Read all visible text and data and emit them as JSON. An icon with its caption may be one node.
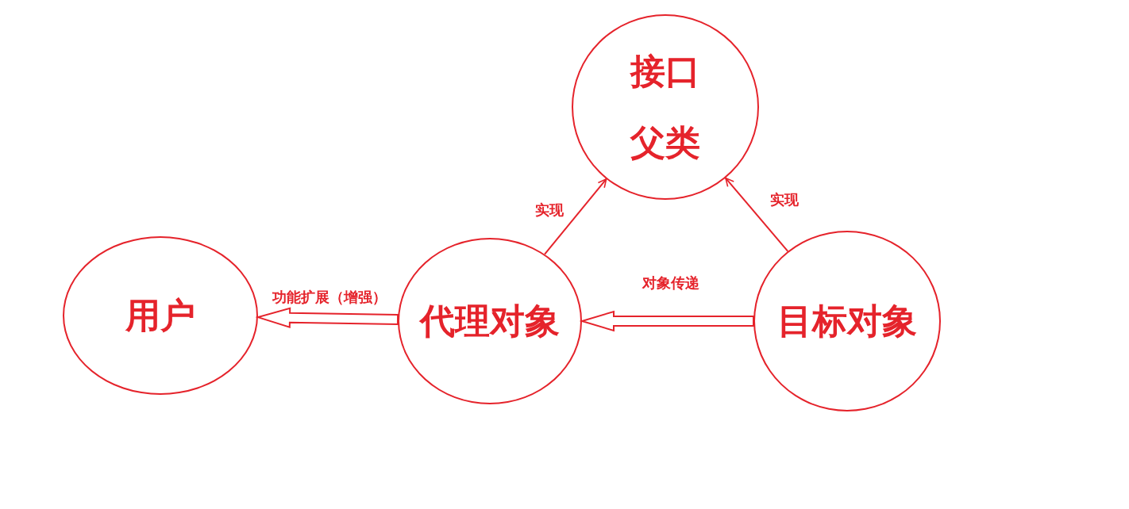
{
  "diagram": {
    "nodes": [
      {
        "text": [
          "接口",
          "父类"
        ]
      },
      {
        "text": [
          "用户"
        ]
      },
      {
        "text": [
          "代理对象"
        ]
      },
      {
        "text": [
          "目标对象"
        ]
      }
    ],
    "edges": [
      {
        "from": 2,
        "to": 0,
        "arrow": "to",
        "label": "实现"
      },
      {
        "from": 3,
        "to": 0,
        "arrow": "to",
        "label": "实现"
      },
      {
        "from": 2,
        "to": 1,
        "arrow": "to",
        "label": "功能扩展（增强）",
        "style": "thick"
      },
      {
        "from": 3,
        "to": 2,
        "arrow": "to",
        "label": "对象传递",
        "style": "thick"
      }
    ]
  }
}
